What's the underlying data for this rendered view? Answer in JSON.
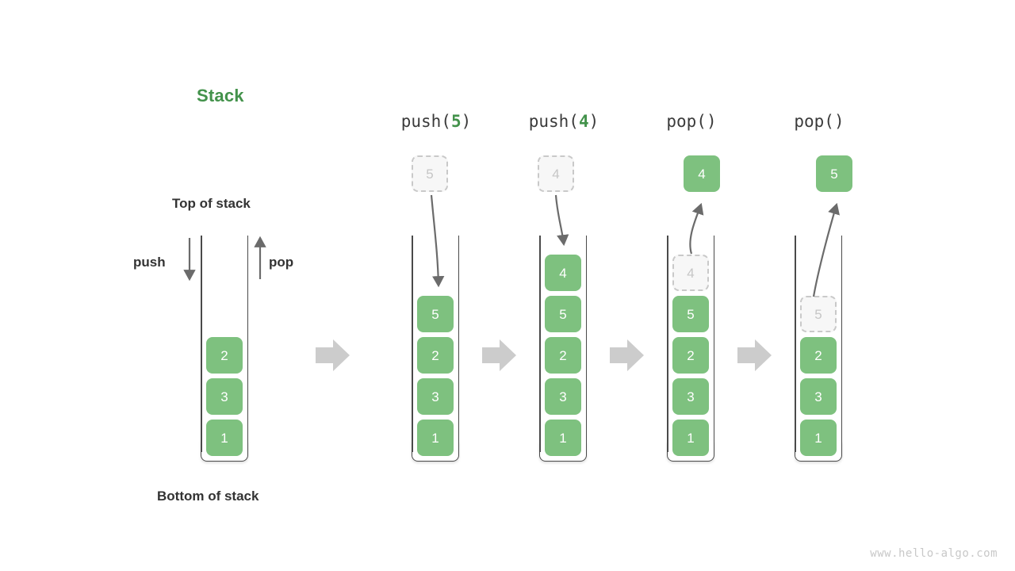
{
  "diagram": {
    "title": "Stack",
    "title_color": "#43924b",
    "accent_color": "#7ec17f",
    "ghost_color": "#c6c6c6",
    "arrow_color": "#6b6b6b",
    "step_arrow_color": "#cccccc",
    "labels": {
      "top_of_stack": "Top of stack",
      "bottom_of_stack": "Bottom of stack",
      "push": "push",
      "pop": "pop"
    },
    "watermark": "www.hello-algo.com"
  },
  "stages": [
    {
      "id": "initial",
      "title_prefix": "",
      "title_arg": "",
      "title_suffix": "",
      "cells": [
        {
          "value": "2",
          "style": "solid"
        },
        {
          "value": "3",
          "style": "solid"
        },
        {
          "value": "1",
          "style": "solid"
        }
      ],
      "floating": null
    },
    {
      "id": "push-5",
      "title_prefix": "push(",
      "title_arg": "5",
      "title_suffix": ")",
      "cells": [
        {
          "value": "5",
          "style": "solid"
        },
        {
          "value": "2",
          "style": "solid"
        },
        {
          "value": "3",
          "style": "solid"
        },
        {
          "value": "1",
          "style": "solid"
        }
      ],
      "floating": {
        "value": "5",
        "style": "ghost"
      }
    },
    {
      "id": "push-4",
      "title_prefix": "push(",
      "title_arg": "4",
      "title_suffix": ")",
      "cells": [
        {
          "value": "4",
          "style": "solid"
        },
        {
          "value": "5",
          "style": "solid"
        },
        {
          "value": "2",
          "style": "solid"
        },
        {
          "value": "3",
          "style": "solid"
        },
        {
          "value": "1",
          "style": "solid"
        }
      ],
      "floating": {
        "value": "4",
        "style": "ghost"
      }
    },
    {
      "id": "pop-1",
      "title_prefix": "pop(",
      "title_arg": "",
      "title_suffix": ")",
      "cells": [
        {
          "value": "4",
          "style": "ghost"
        },
        {
          "value": "5",
          "style": "solid"
        },
        {
          "value": "2",
          "style": "solid"
        },
        {
          "value": "3",
          "style": "solid"
        },
        {
          "value": "1",
          "style": "solid"
        }
      ],
      "floating": {
        "value": "4",
        "style": "solid"
      }
    },
    {
      "id": "pop-2",
      "title_prefix": "pop(",
      "title_arg": "",
      "title_suffix": ")",
      "cells": [
        {
          "value": "5",
          "style": "ghost"
        },
        {
          "value": "2",
          "style": "solid"
        },
        {
          "value": "3",
          "style": "solid"
        },
        {
          "value": "1",
          "style": "solid"
        }
      ],
      "floating": {
        "value": "5",
        "style": "solid"
      }
    }
  ]
}
